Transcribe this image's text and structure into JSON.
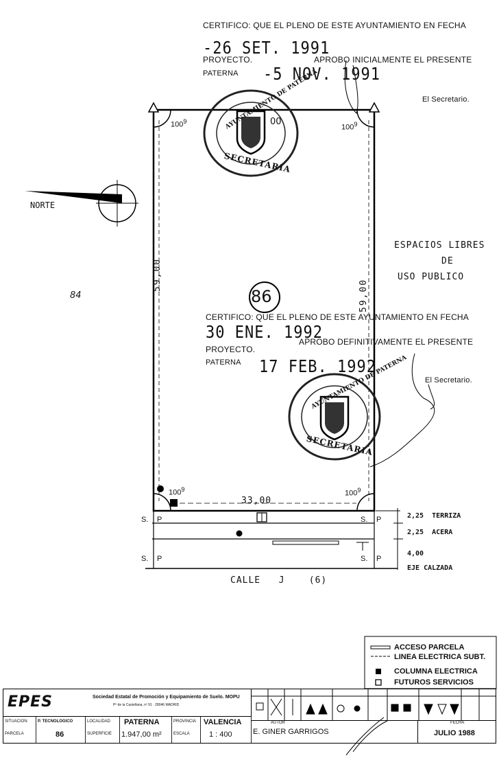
{
  "certificates": {
    "top": {
      "line1": "CERTIFICO: QUE EL PLENO DE ESTE AYUNTAMIENTO EN FECHA",
      "date1": "-26 SET. 1991",
      "line2": "APROBO INICIALMENTE EL PRESENTE",
      "line3": "PROYECTO.",
      "place": "PATERNA",
      "date2": "-5 NOV. 1991",
      "signer": "El Secretario."
    },
    "middle": {
      "line1": "CERTIFICO: QUE EL PLENO DE ESTE AYUNTAMIENTO EN FECHA",
      "date1": "30 ENE. 1992",
      "line2": "APROBO DEFINITIVAMENTE EL PRESENTE",
      "line3": "PROYECTO.",
      "place": "PATERNA",
      "date2": "17 FEB. 1992",
      "signer": "El Secretario."
    }
  },
  "seal": {
    "top_text": "AYUNTAMIENTO DE PATERNA",
    "bottom_text": "SECRETARIA"
  },
  "plan": {
    "north": "NORTE",
    "parcel_number": "86",
    "neighbour": "84",
    "side_left": "59,00",
    "side_right": "59,00",
    "bottom_width": "33,00",
    "corner_label": "100",
    "corner_sup": "9",
    "inner_label": "00",
    "spaces": [
      "ESPACIOS LIBRES",
      "DE",
      "USO PUBLICO"
    ],
    "sp": "S.",
    "p": "P",
    "street": "CALLE   J    (6)",
    "dims": [
      {
        "value": "2,25",
        "label": "TERRIZA"
      },
      {
        "value": "2,25",
        "label": "ACERA"
      },
      {
        "value": "4,00",
        "label": "EJE CALZADA"
      }
    ]
  },
  "legend": [
    "ACCESO PARCELA",
    "LINEA ELECTRICA SUBT.",
    "COLUMNA ELECTRICA",
    "FUTUROS SERVICIOS"
  ],
  "title_block": {
    "logo": "EPES",
    "org_line1": "Sociedad Estatal de Promoción y Equipamiento de Suelo. MOPU",
    "org_line2": "Pº de la Castellana, nº 91 · 28046 MADRID",
    "headers": {
      "situacion": "SITUACION",
      "poligono": "P. TECNOLOGICO",
      "parcela": "PARCELA",
      "localidad": "LOCALIDAD",
      "superficie": "SUPERFICIE",
      "provincia": "PROVINCIA",
      "escala": "ESCALA",
      "autor": "AUTOR",
      "fecha": "FECHA"
    },
    "parcela": "86",
    "localidad": "PATERNA",
    "superficie": "1.947,00 m²",
    "provincia": "VALENCIA",
    "escala": "1 : 400",
    "autor": "E. GINER GARRIGOS",
    "fecha": "JULIO 1988"
  }
}
